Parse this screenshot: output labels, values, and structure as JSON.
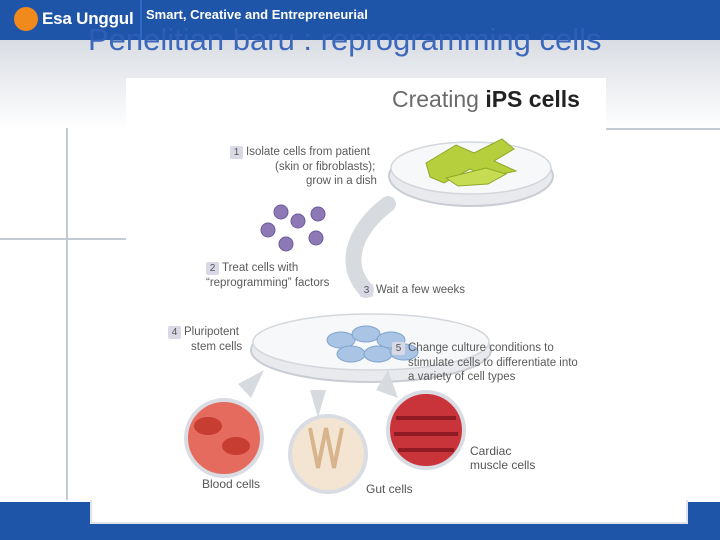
{
  "header": {
    "logo_text": "Esa Unggul",
    "tagline": "Smart, Creative and Entrepreneurial",
    "colors": {
      "bar": "#1f55a8",
      "logo_mark": "#f08a1c"
    }
  },
  "slide": {
    "title": "Penelitian baru : reprogramming cells"
  },
  "diagram": {
    "title_light": "Creating ",
    "title_bold": "iPS cells",
    "steps": [
      {
        "num": "1",
        "lines": [
          "Isolate cells from patient",
          "(skin or fibroblasts);",
          "grow in a dish"
        ]
      },
      {
        "num": "2",
        "lines": [
          "Treat cells with",
          "“reprogramming” factors"
        ]
      },
      {
        "num": "3",
        "lines": [
          "Wait a few weeks"
        ]
      },
      {
        "num": "4",
        "lines": [
          "Pluripotent",
          "stem cells"
        ]
      },
      {
        "num": "5",
        "lines": [
          "Change culture conditions to",
          "stimulate cells to differentiate into",
          "a variety of cell types"
        ]
      }
    ],
    "outcomes": [
      {
        "label": "Blood cells"
      },
      {
        "label": "Gut cells"
      },
      {
        "label": "Cardiac",
        "label2": "muscle cells"
      }
    ]
  }
}
